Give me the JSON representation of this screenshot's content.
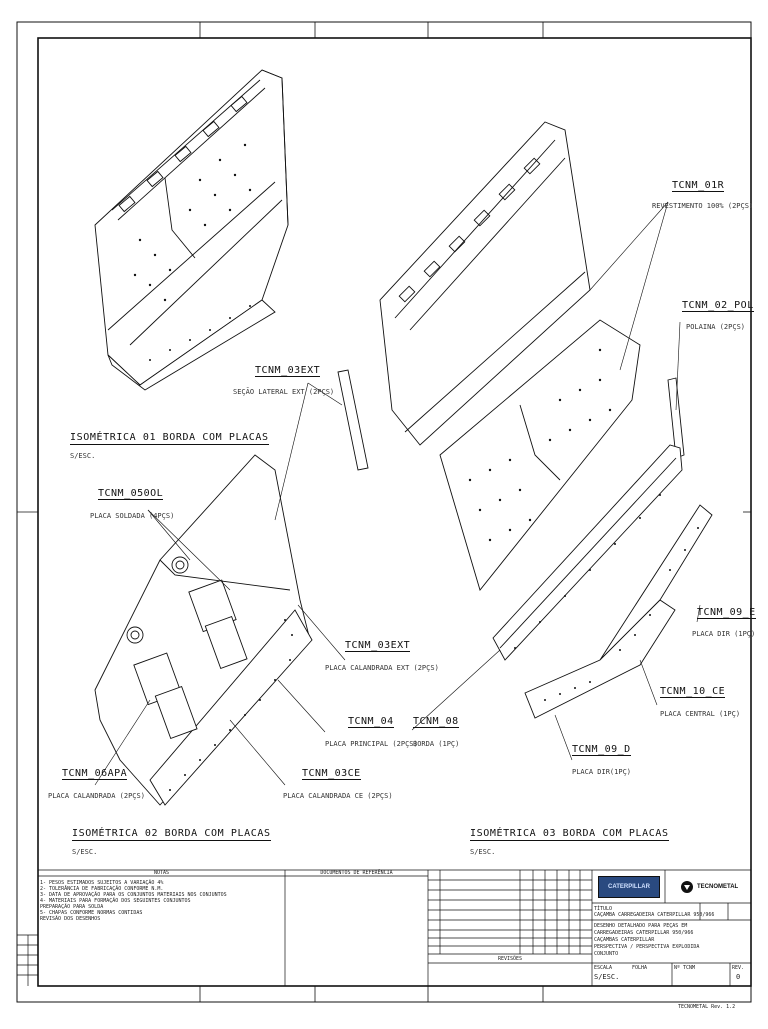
{
  "views": [
    {
      "title": "ISOMÉTRICA 01 BORDA COM PLACAS",
      "scale": "S/ESC."
    },
    {
      "title": "ISOMÉTRICA 02 BORDA COM PLACAS",
      "scale": "S/ESC."
    },
    {
      "title": "ISOMÉTRICA 03 BORDA COM PLACAS",
      "scale": "S/ESC."
    }
  ],
  "callouts": [
    {
      "code": "TCNM_01R",
      "desc": "REVESTIMENTO 100% (2PÇS)"
    },
    {
      "code": "TCNM_02_POL",
      "desc": "POLAINA (2PÇS)"
    },
    {
      "code": "TCNM_03EXT",
      "desc": "SEÇÃO LATERAL EXT (2PÇS)"
    },
    {
      "code": "TCNM_050OL",
      "desc": "PLACA SOLDADA (4PÇS)"
    },
    {
      "code": "TCNM_03EXT",
      "desc": "PLACA CALANDRADA EXT (2PÇS)"
    },
    {
      "code": "TCNM_04",
      "desc": "PLACA PRINCIPAL (2PÇS)"
    },
    {
      "code": "TCNM_08",
      "desc": "BORDA (1PÇ)"
    },
    {
      "code": "TCNM_09_E",
      "desc": "PLACA DIR (1PÇ)"
    },
    {
      "code": "TCNM_10_CE",
      "desc": "PLACA CENTRAL (1PÇ)"
    },
    {
      "code": "TCNM_09_D",
      "desc": "PLACA DIR(1PÇ)"
    },
    {
      "code": "TCNM_06APA",
      "desc": "PLACA CALANDRADA (2PÇS)"
    },
    {
      "code": "TCNM_03CE",
      "desc": "PLACA CALANDRADA CE (2PÇS)"
    }
  ],
  "titleblock": {
    "notes_header": "NOTAS",
    "refs_header": "DOCUMENTOS DE REFERÊNCIA",
    "notes": [
      "1- PESOS ESTIMADOS SUJEITOS A VARIAÇÃO 4%",
      "2- TOLERÂNCIA DE FABRICAÇÃO CONFORME N.M.",
      "3- DATA DE APROVAÇÃO PARA OS CONJUNTOS MATERIAIS NOS CONJUNTOS",
      "4- MATERIAIS PARA FORMAÇÃO DOS SEGUINTES CONJUNTOS",
      "   PREPARAÇÃO PARA SOLDA",
      "5- CHAPAS CONFORME NORMAS CONTIDAS",
      "   REVISÃO DOS DESENHOS"
    ],
    "company": "TECNOMETAL",
    "client_logo": "CATERPILLAR",
    "description_lines": [
      "TÍTULO",
      "CAÇAMBA CARREGADEIRA CATERPILLAR 950/966",
      "DESENHO DETALHADO PARA PEÇAS EM",
      "CARREGADEIRAS CATERPILLAR 950/966",
      "CAÇAMBAS CATERPILLAR",
      "PERSPECTIVA / PERSPECTIVA EXPLODIDA",
      "CONJUNTO"
    ],
    "scale_label": "ESCALA",
    "scale_value": "S/ESC.",
    "sheet_label": "FOLHA",
    "number_label": "Nº TCNM",
    "rev_label": "REV.",
    "rev_value": "0",
    "revision_table_header": "REVISÕES",
    "footer_code": "TECNOMETAL Rev. 1.2"
  }
}
